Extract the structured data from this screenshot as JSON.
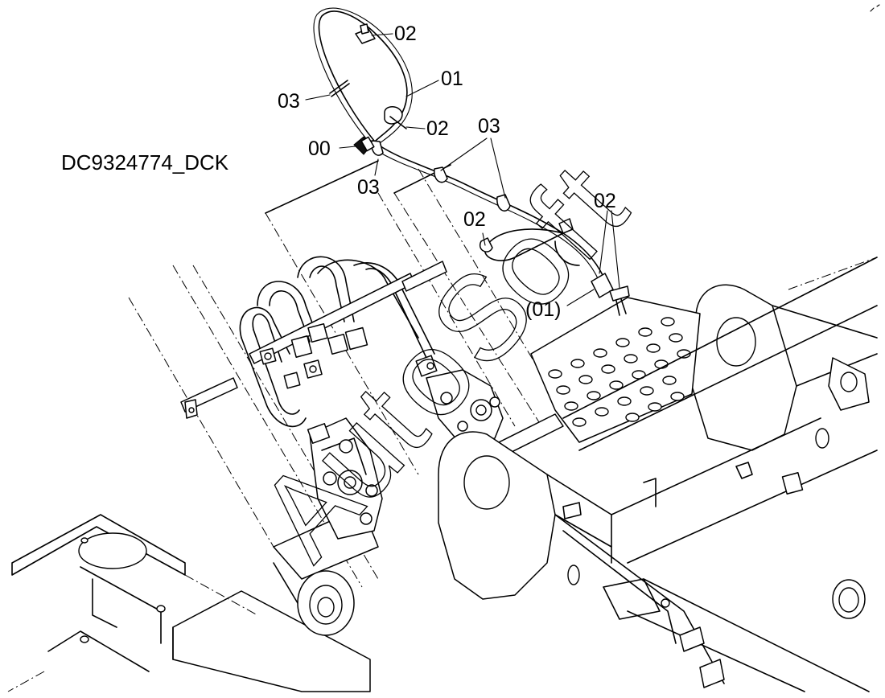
{
  "document_id": "DC9324774_DCK",
  "callouts": {
    "part_00": "00",
    "part_01_main": "01",
    "part_01_ref": "(01)",
    "part_02_top": "02",
    "part_02_clamp": "02",
    "part_02_lower_left": "02",
    "part_02_lower_right": "02",
    "part_03_left": "03",
    "part_03_lower": "03",
    "part_03_upper": "03"
  },
  "watermark": {
    "letters": [
      "A",
      "u",
      "t",
      "o",
      "S",
      "o",
      "f",
      "t"
    ]
  }
}
